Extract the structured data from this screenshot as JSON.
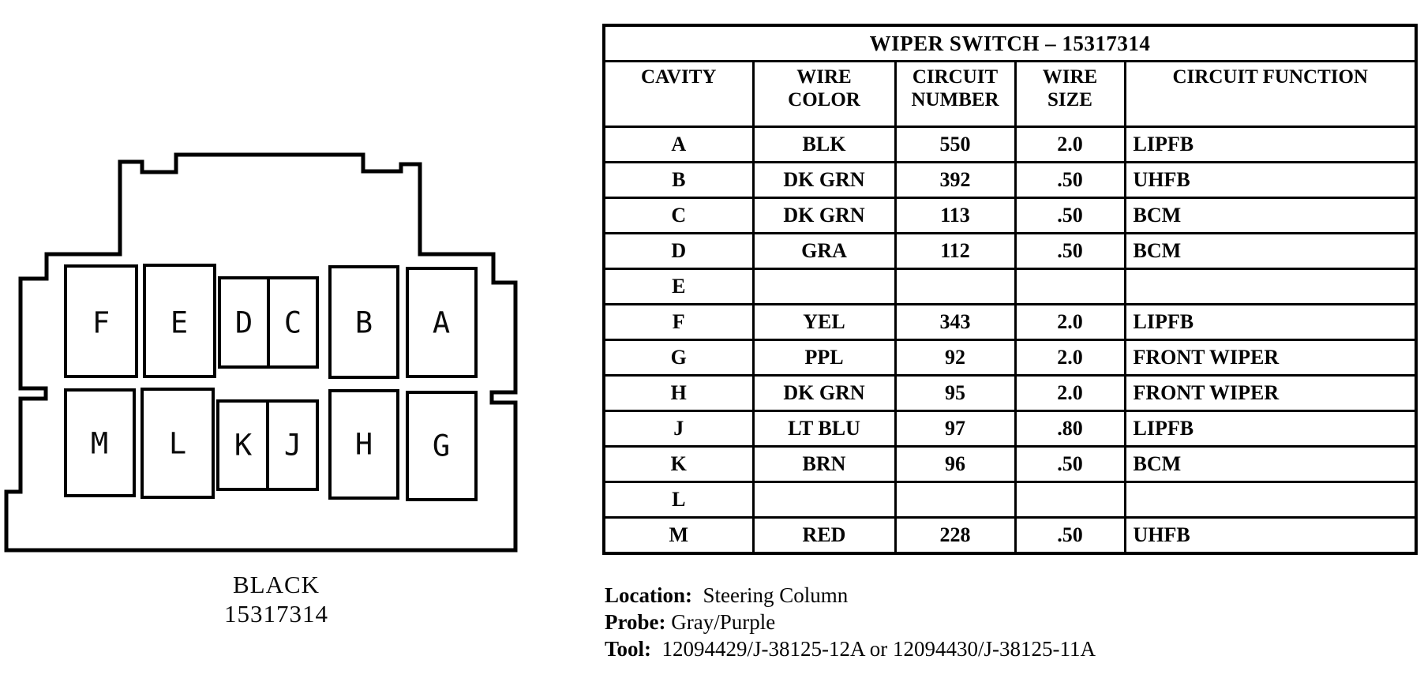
{
  "connector": {
    "cavities": [
      {
        "label": "F"
      },
      {
        "label": "E"
      },
      {
        "label": "D"
      },
      {
        "label": "C"
      },
      {
        "label": "B"
      },
      {
        "label": "A"
      },
      {
        "label": "M"
      },
      {
        "label": "L"
      },
      {
        "label": "K"
      },
      {
        "label": "J"
      },
      {
        "label": "H"
      },
      {
        "label": "G"
      }
    ],
    "caption_color": "BLACK",
    "caption_part_number": "15317314"
  },
  "table": {
    "title": "WIPER SWITCH – 15317314",
    "headers": [
      "CAVITY",
      "WIRE COLOR",
      "CIRCUIT NUMBER",
      "WIRE SIZE",
      "CIRCUIT FUNCTION"
    ],
    "rows": [
      {
        "cavity": "A",
        "wire_color": "BLK",
        "circuit_number": "550",
        "wire_size": "2.0",
        "circuit_function": "LIPFB"
      },
      {
        "cavity": "B",
        "wire_color": "DK GRN",
        "circuit_number": "392",
        "wire_size": ".50",
        "circuit_function": "UHFB"
      },
      {
        "cavity": "C",
        "wire_color": "DK GRN",
        "circuit_number": "113",
        "wire_size": ".50",
        "circuit_function": "BCM"
      },
      {
        "cavity": "D",
        "wire_color": "GRA",
        "circuit_number": "112",
        "wire_size": ".50",
        "circuit_function": "BCM"
      },
      {
        "cavity": "E",
        "wire_color": "",
        "circuit_number": "",
        "wire_size": "",
        "circuit_function": ""
      },
      {
        "cavity": "F",
        "wire_color": "YEL",
        "circuit_number": "343",
        "wire_size": "2.0",
        "circuit_function": "LIPFB"
      },
      {
        "cavity": "G",
        "wire_color": "PPL",
        "circuit_number": "92",
        "wire_size": "2.0",
        "circuit_function": "FRONT WIPER"
      },
      {
        "cavity": "H",
        "wire_color": "DK GRN",
        "circuit_number": "95",
        "wire_size": "2.0",
        "circuit_function": "FRONT WIPER"
      },
      {
        "cavity": "J",
        "wire_color": "LT BLU",
        "circuit_number": "97",
        "wire_size": ".80",
        "circuit_function": "LIPFB"
      },
      {
        "cavity": "K",
        "wire_color": "BRN",
        "circuit_number": "96",
        "wire_size": ".50",
        "circuit_function": "BCM"
      },
      {
        "cavity": "L",
        "wire_color": "",
        "circuit_number": "",
        "wire_size": "",
        "circuit_function": ""
      },
      {
        "cavity": "M",
        "wire_color": "RED",
        "circuit_number": "228",
        "wire_size": ".50",
        "circuit_function": "UHFB"
      }
    ]
  },
  "notes": {
    "location_label": "Location:",
    "location_value": "Steering Column",
    "probe_label": "Probe:",
    "probe_value": "Gray/Purple",
    "tool_label": "Tool:",
    "tool_value": "12094429/J-38125-12A or 12094430/J-38125-11A"
  },
  "colors": {
    "ink": "#000000",
    "paper": "#ffffff"
  }
}
